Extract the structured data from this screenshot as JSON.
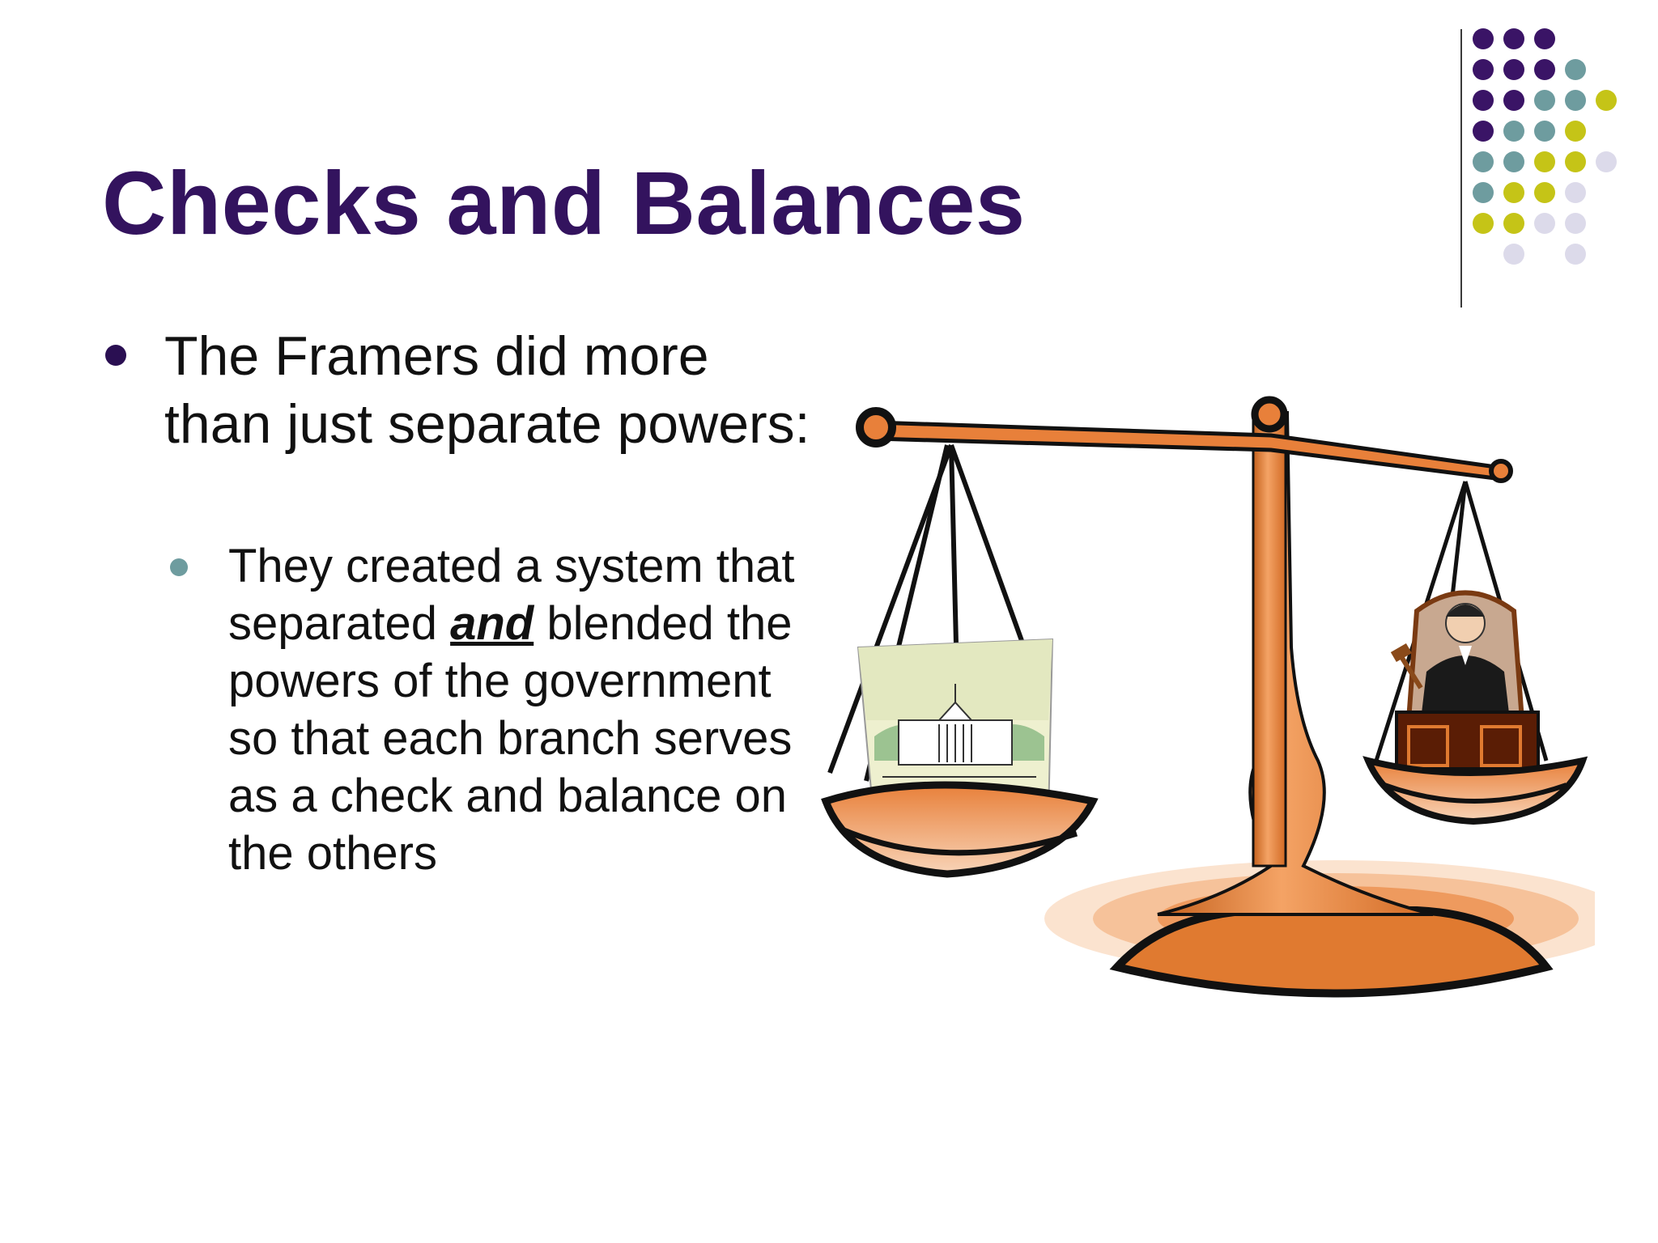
{
  "slide": {
    "title": "Checks and Balances",
    "bullets": [
      {
        "text": "The Framers did more than just separate powers:"
      }
    ],
    "sub_bullet": {
      "before": "They created a system that separated ",
      "emphasis": "and",
      "after": " blended the powers of the government so that each branch serves as a check and balance on the others"
    }
  },
  "decoration": {
    "dot_colors": {
      "purple": "#3a1466",
      "teal": "#6e9c9f",
      "olive": "#c5c417",
      "lavender": "#dcdaea"
    },
    "dot_grid": [
      [
        "",
        "purple",
        "purple",
        "purple",
        "",
        ""
      ],
      [
        "",
        "purple",
        "purple",
        "purple",
        "teal",
        ""
      ],
      [
        "",
        "purple",
        "purple",
        "teal",
        "teal",
        "olive"
      ],
      [
        "",
        "purple",
        "teal",
        "teal",
        "olive",
        ""
      ],
      [
        "",
        "teal",
        "teal",
        "olive",
        "olive",
        "lavender"
      ],
      [
        "",
        "teal",
        "olive",
        "olive",
        "lavender",
        ""
      ],
      [
        "",
        "olive",
        "olive",
        "lavender",
        "lavender",
        ""
      ],
      [
        "",
        "",
        "lavender",
        "",
        "lavender",
        ""
      ]
    ]
  },
  "illustration": {
    "subject": "balance scale with white house and judge",
    "colors": {
      "orange": "#e8803a",
      "outline": "#111111"
    }
  }
}
